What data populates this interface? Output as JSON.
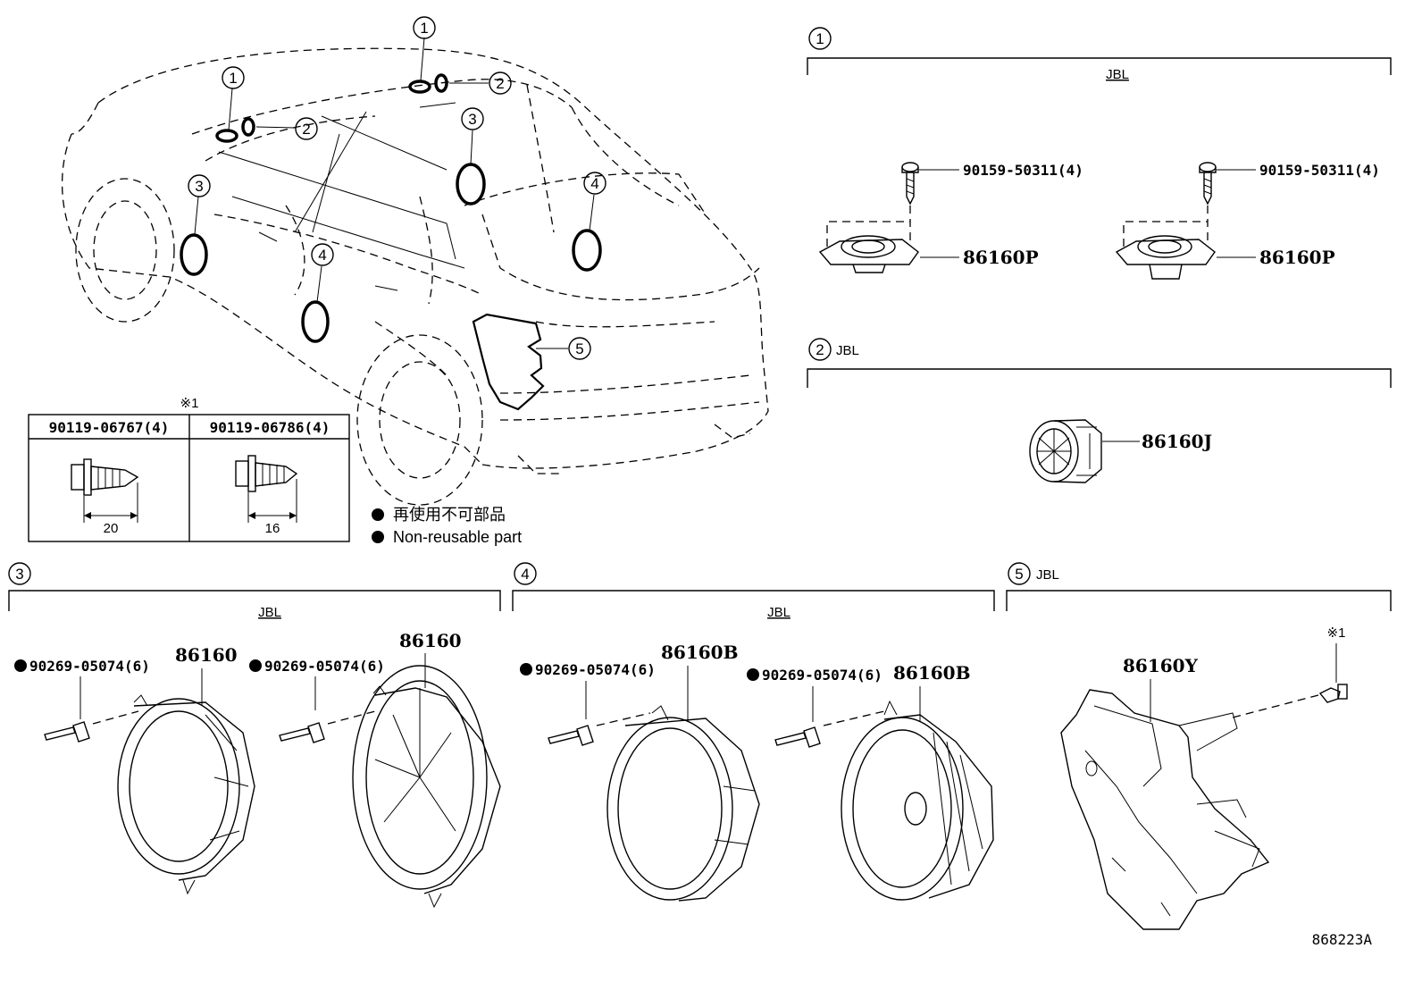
{
  "callouts": {
    "c1": "1",
    "c2": "2",
    "c3": "3",
    "c4": "4",
    "c5": "5"
  },
  "sections": {
    "s1": {
      "num": "1",
      "brand": "JBL",
      "bolt_left": "90159-50311(4)",
      "bolt_right": "90159-50311(4)",
      "part_left": "86160P",
      "part_right": "86160P"
    },
    "s2": {
      "num": "2",
      "brand_side": "JBL",
      "part": "86160J"
    },
    "s3": {
      "num": "3",
      "brand": "JBL",
      "clip_left": "90269-05074(6)",
      "clip_right": "90269-05074(6)",
      "part_left": "86160",
      "part_right": "86160"
    },
    "s4": {
      "num": "4",
      "brand": "JBL",
      "clip_left": "90269-05074(6)",
      "clip_right": "90269-05074(6)",
      "part_left": "86160B",
      "part_right": "86160B"
    },
    "s5": {
      "num": "5",
      "brand_side": "JBL",
      "part": "86160Y",
      "note_mark": "※1"
    }
  },
  "bolt_table": {
    "note_mark": "※1",
    "col1_header": "90119-06767(4)",
    "col1_dim": "20",
    "col2_header": "90119-06786(4)",
    "col2_dim": "16"
  },
  "legend": {
    "jp": "再使用不可部品",
    "en": "Non-reusable part"
  },
  "ref_code": "868223A"
}
